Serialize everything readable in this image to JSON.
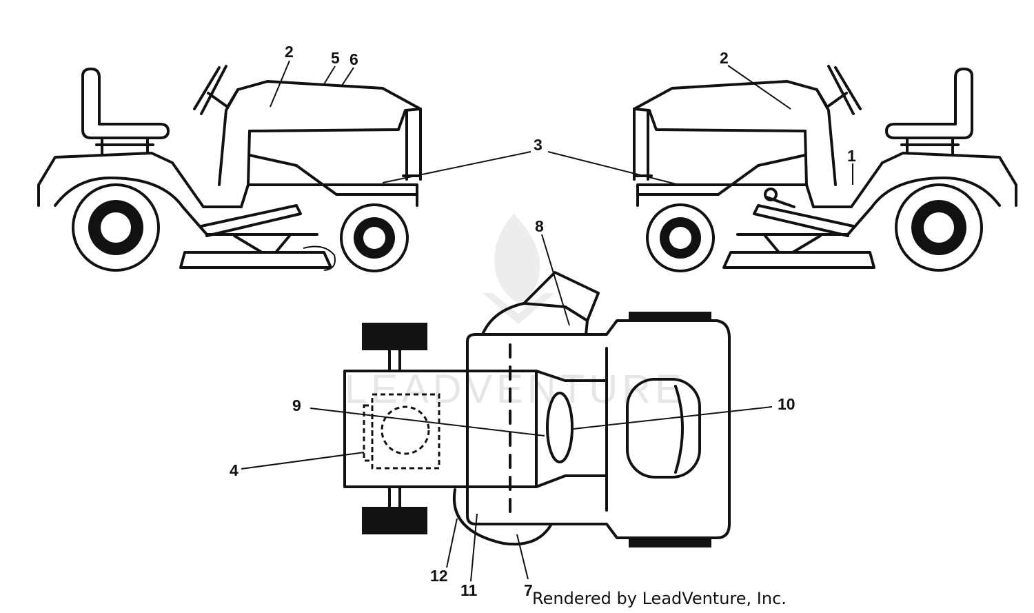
{
  "diagram": {
    "callouts": {
      "c1": "1",
      "c2a": "2",
      "c2b": "2",
      "c3": "3",
      "c4": "4",
      "c5": "5",
      "c6": "6",
      "c7": "7",
      "c8": "8",
      "c9": "9",
      "c10": "10",
      "c11": "11",
      "c12": "12"
    },
    "watermark": "LEADVENTURE",
    "footer": "Rendered by LeadVenture, Inc."
  }
}
